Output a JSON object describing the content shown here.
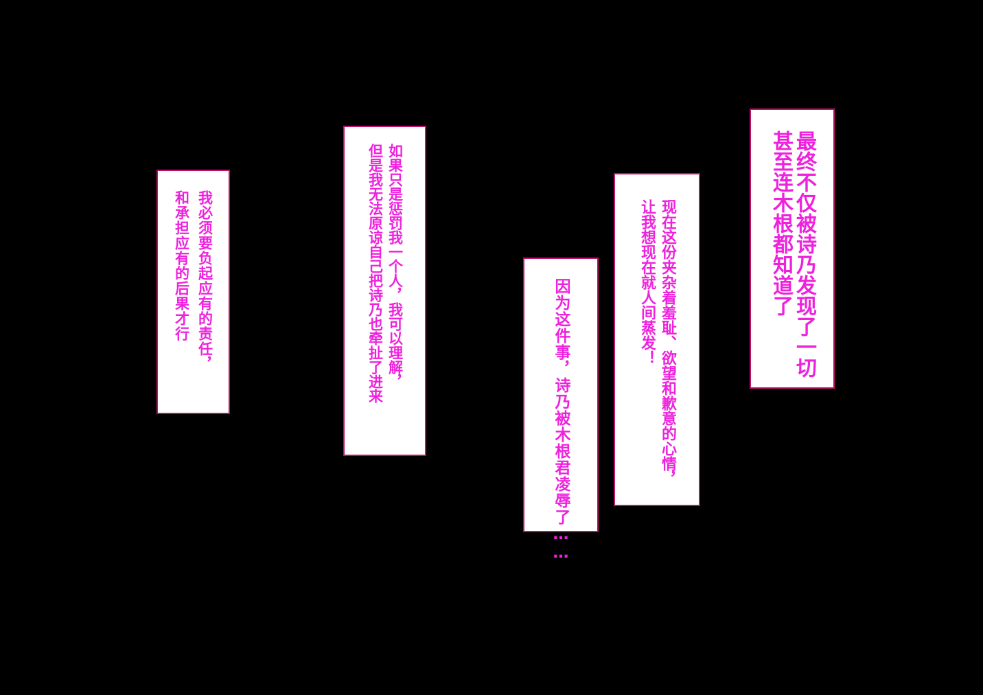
{
  "colors": {
    "background": "#000000",
    "box_fill": "#ffffff",
    "box_border": "#c0106a",
    "text": "#ee22dd"
  },
  "captions": [
    {
      "lines": [
        "我必须要负起应有的责任，",
        "和承担应有的后果才行"
      ]
    },
    {
      "lines": [
        "如果只是惩罚我一个人，我可以理解，",
        "但是我无法原谅自己把诗乃也牵扯了进来"
      ]
    },
    {
      "lines": [
        "因为这件事，诗乃被木根君凌辱了……"
      ]
    },
    {
      "lines": [
        "现在这份夹杂着羞耻、欲望和歉意的心情，",
        "让我想现在就人间蒸发！"
      ]
    },
    {
      "lines": [
        "最终不仅被诗乃发现了一切",
        "甚至连木根都知道了"
      ]
    }
  ]
}
